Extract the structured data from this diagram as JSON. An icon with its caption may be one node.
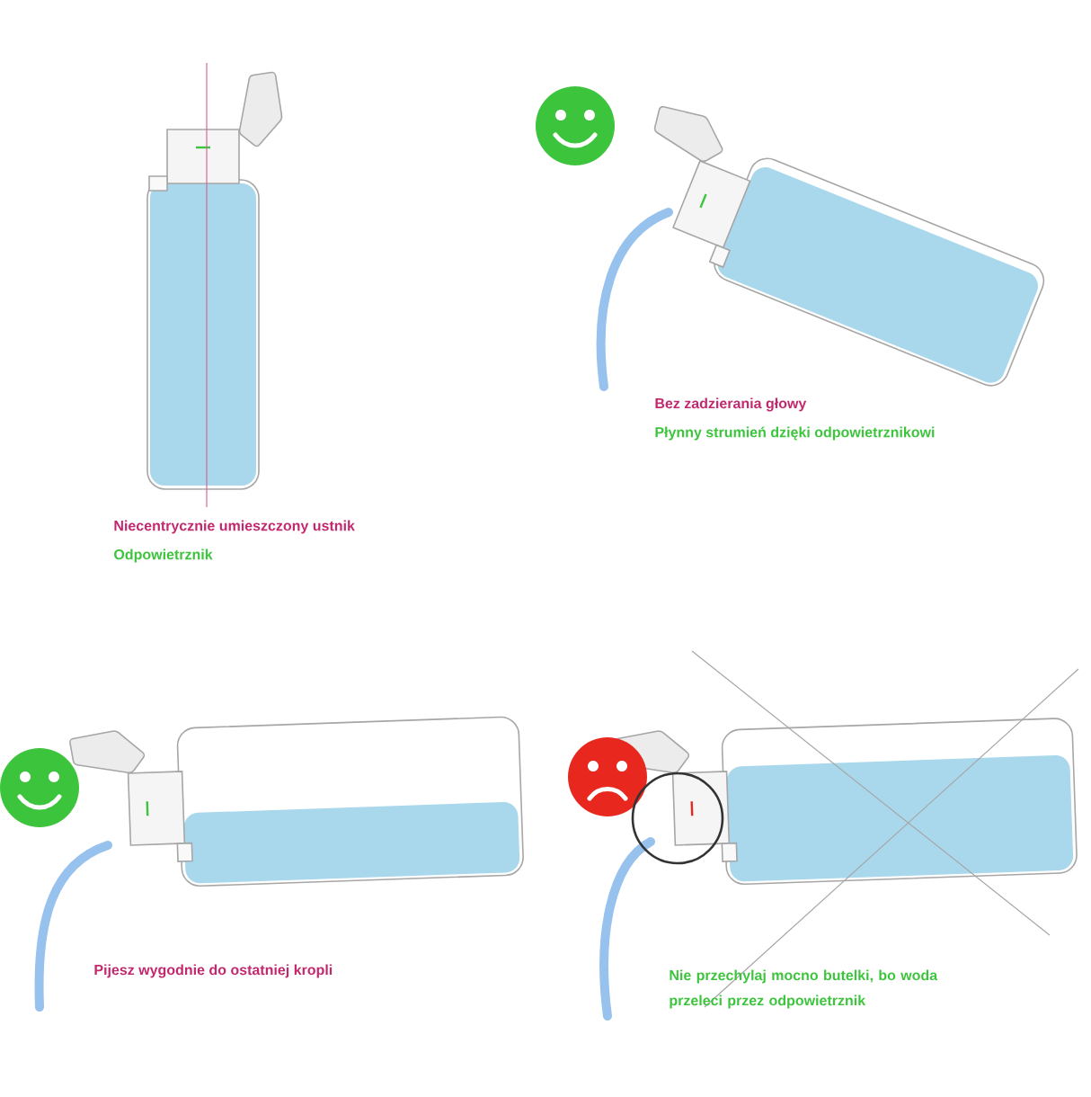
{
  "diagram": {
    "labels": [
      "Niecentrycznie umieszczony ustnik",
      "Odpowietrznik",
      "Bez zadzierania głowy",
      "Płynny strumień dzięki odpowietrznikowi",
      "Pijesz wygodnie do ostatniej kropli",
      "Nie przechylaj mocno butelki, bo woda przeleci przez odpowietrznik"
    ]
  }
}
